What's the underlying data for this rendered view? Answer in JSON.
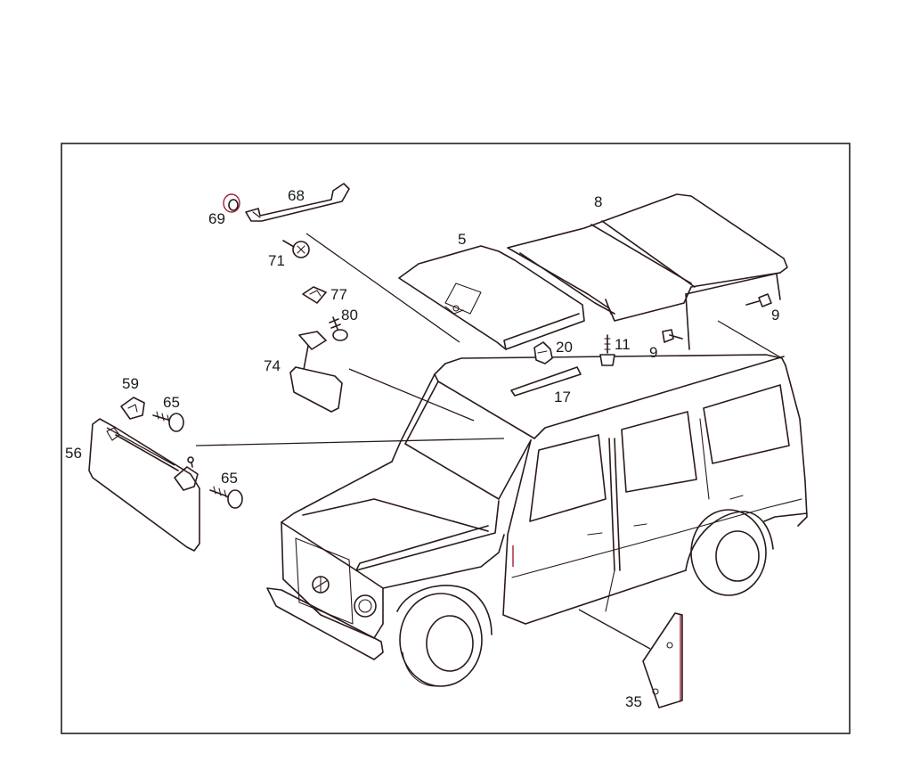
{
  "colors": {
    "line": "#2b1a1a",
    "accent_red": "#a0203a",
    "background": "#ffffff"
  },
  "labels": {
    "p5": "5",
    "p8": "8",
    "p9a": "9",
    "p9b": "9",
    "p11": "11",
    "p17": "17",
    "p20": "20",
    "p35": "35",
    "p56": "56",
    "p59": "59",
    "p65a": "65",
    "p65b": "65",
    "p68": "68",
    "p69": "69",
    "p71": "71",
    "p74": "74",
    "p77": "77",
    "p80": "80"
  }
}
